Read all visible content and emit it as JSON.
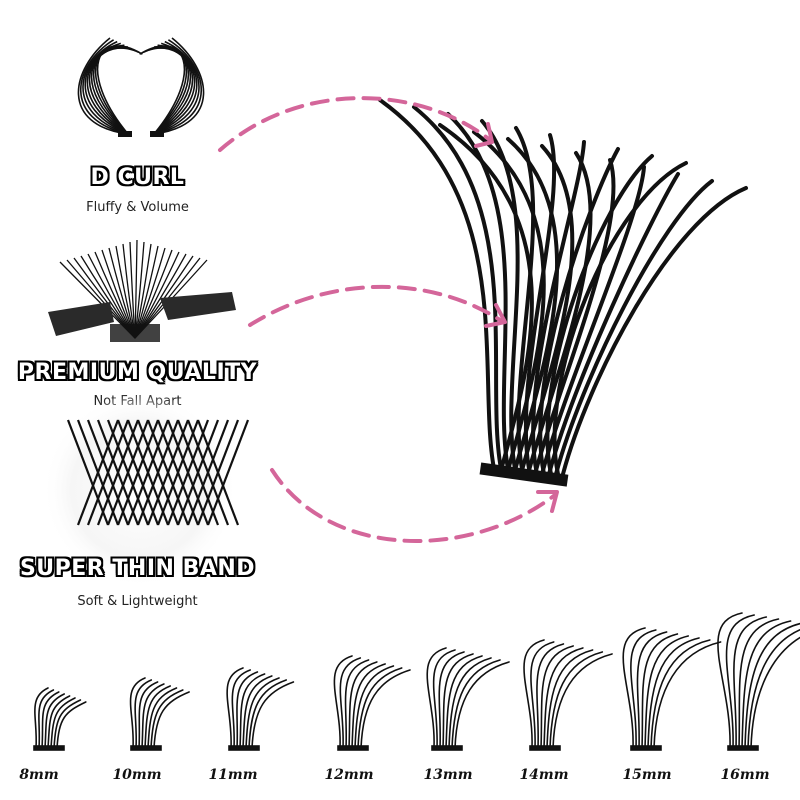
{
  "features": [
    {
      "title": "D CURL",
      "subtitle": "Fluffy & Volume"
    },
    {
      "title": "PREMIUM QUALITY",
      "subtitle": "Not Fall Apart"
    },
    {
      "title": "SUPER THIN BAND",
      "subtitle": "Soft & Lightweight"
    }
  ],
  "lengths": [
    "8mm",
    "10mm",
    "11mm",
    "12mm",
    "13mm",
    "14mm",
    "15mm",
    "16mm"
  ],
  "colors": {
    "arrow": "#d4669a",
    "lash": "#111111",
    "tweezer": "#2a2a2a"
  }
}
